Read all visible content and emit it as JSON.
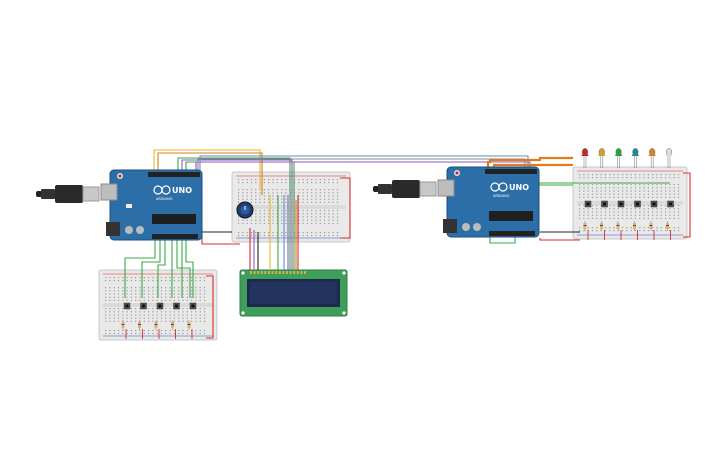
{
  "canvas": {
    "background": "#ffffff"
  },
  "colors": {
    "board": "#2c6fa8",
    "board_edge": "#1d4f7c",
    "breadboard": "#e9e9e9",
    "breadboard_edge": "#c8c8c8",
    "lcd_pcb": "#3f9e5a",
    "lcd_screen": "#1b2a4e",
    "wire_red": "#d32f2f",
    "wire_black": "#222222",
    "wire_green": "#3aa84a",
    "wire_yellow": "#e5b92a",
    "wire_orange": "#e07b1c",
    "wire_blue": "#5b8fd6",
    "wire_purple": "#8e5bbf",
    "wire_gray": "#8a8a8a"
  },
  "boards": [
    {
      "name": "arduino-uno-left",
      "logo": "UNO",
      "brand": "ARDUINO"
    },
    {
      "name": "arduino-uno-right",
      "logo": "UNO",
      "brand": "ARDUINO"
    }
  ],
  "leds": [
    "red",
    "yellow",
    "green",
    "teal",
    "orange",
    "white"
  ],
  "led_colors": [
    "#c62828",
    "#c9a227",
    "#2e9e3b",
    "#1c8c99",
    "#d0802a",
    "#dcdcdc"
  ],
  "button_count_left": 5,
  "button_count_right": 6
}
